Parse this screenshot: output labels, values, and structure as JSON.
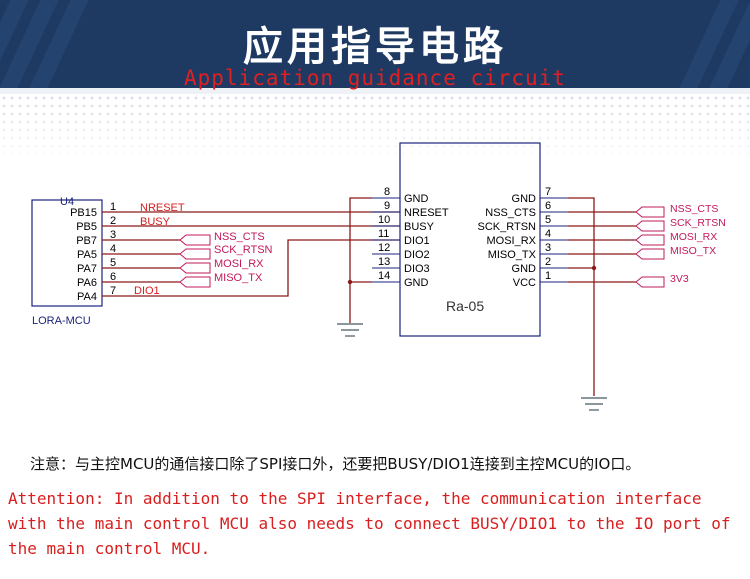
{
  "header": {
    "title": "应用指导电路",
    "subtitle": "Application guidance circuit"
  },
  "mcu": {
    "ref": "U4",
    "name": "LORA-MCU",
    "pins": [
      {
        "num": "1",
        "name": "PB15",
        "net": "NRESET"
      },
      {
        "num": "2",
        "name": "PB5",
        "net": "BUSY"
      },
      {
        "num": "3",
        "name": "PB7",
        "net": "NSS_CTS"
      },
      {
        "num": "4",
        "name": "PA5",
        "net": "SCK_RTSN"
      },
      {
        "num": "5",
        "name": "PA7",
        "net": "MOSI_RX"
      },
      {
        "num": "6",
        "name": "PA6",
        "net": "MISO_TX"
      },
      {
        "num": "7",
        "name": "PA4",
        "net": "DIO1"
      }
    ]
  },
  "module": {
    "name": "Ra-05",
    "left_pins": [
      {
        "num": "8",
        "name": "GND"
      },
      {
        "num": "9",
        "name": "NRESET"
      },
      {
        "num": "10",
        "name": "BUSY"
      },
      {
        "num": "11",
        "name": "DIO1"
      },
      {
        "num": "12",
        "name": "DIO2"
      },
      {
        "num": "13",
        "name": "DIO3"
      },
      {
        "num": "14",
        "name": "GND"
      }
    ],
    "right_pins": [
      {
        "num": "7",
        "name": "GND"
      },
      {
        "num": "6",
        "name": "NSS_CTS"
      },
      {
        "num": "5",
        "name": "SCK_RTSN"
      },
      {
        "num": "4",
        "name": "MOSI_RX"
      },
      {
        "num": "3",
        "name": "MISO_TX"
      },
      {
        "num": "2",
        "name": "GND"
      },
      {
        "num": "1",
        "name": "VCC"
      }
    ]
  },
  "right_ports": [
    "NSS_CTS",
    "SCK_RTSN",
    "MOSI_RX",
    "MISO_TX",
    "3V3"
  ],
  "note": {
    "cn": "注意：与主控MCU的通信接口除了SPI接口外，还要把BUSY/DIO1连接到主控MCU的IO口。",
    "en": "Attention: In addition to the SPI interface, the communication interface with the main control MCU also needs to connect BUSY/DIO1 to the IO port of the main control MCU."
  },
  "colors": {
    "banner": "#1e3a63",
    "wire": "#8b1a1a",
    "net_label": "#d81e1e",
    "component": "#1a237e",
    "port": "#c2185b",
    "ground": "#455a64"
  }
}
